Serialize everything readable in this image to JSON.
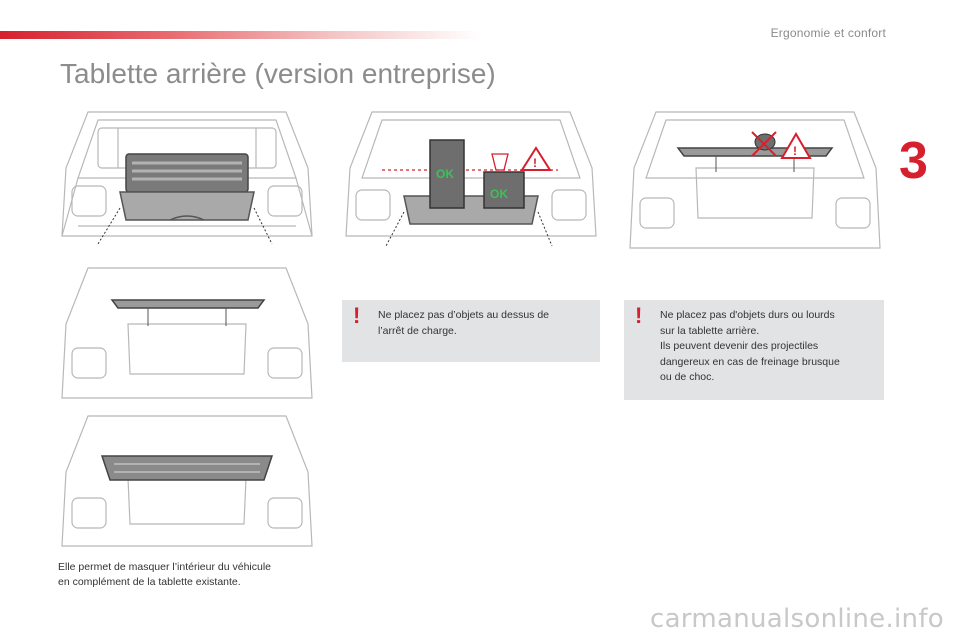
{
  "header": {
    "section_name": "Ergonomie et confort",
    "chapter_number": "3",
    "accent_color": "#d6202e"
  },
  "page_title": "Tablette arrière (version entreprise)",
  "illustrations": [
    {
      "name": "shelf-lowered"
    },
    {
      "name": "shelf-loading-ok",
      "badges": [
        "OK",
        "OK"
      ]
    },
    {
      "name": "shelf-heavy-object-forbidden"
    },
    {
      "name": "shelf-raised"
    },
    {
      "name": "shelf-covering"
    }
  ],
  "caption": {
    "line1": "Elle permet de masquer l’intérieur du véhicule",
    "line2": "en complément de la tablette existante."
  },
  "warnings": [
    {
      "mark": "!",
      "line1": "Ne placez pas d’objets au dessus de",
      "line2": "l’arrêt de charge."
    },
    {
      "mark": "!",
      "line1": "Ne placez pas d'objets durs ou lourds",
      "line2": "sur la tablette arrière.",
      "line3": "Ils peuvent devenir des projectiles",
      "line4": "dangereux en cas de freinage brusque",
      "line5": "ou de choc."
    }
  ],
  "watermark": "carmanualsonline.info"
}
